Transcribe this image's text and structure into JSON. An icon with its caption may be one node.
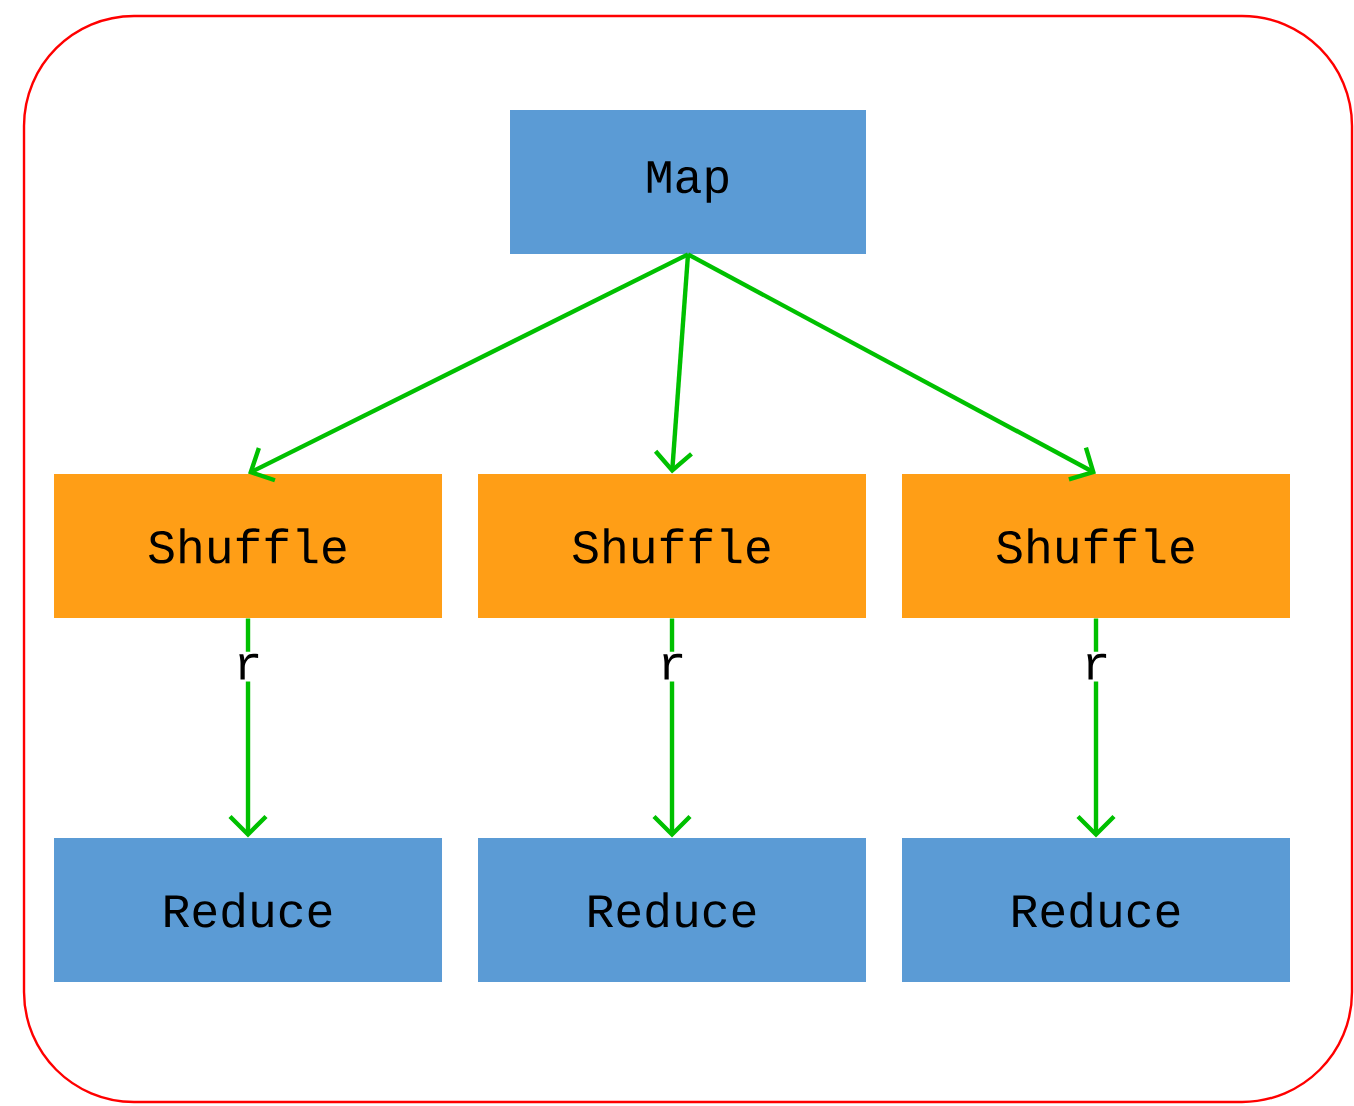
{
  "diagram": {
    "nodes": [
      {
        "text": [
          "Map"
        ]
      },
      {
        "text": [
          "Shuffle"
        ]
      },
      {
        "text": [
          "Shuffle"
        ]
      },
      {
        "text": [
          "Shuffle"
        ]
      },
      {
        "text": [
          "Reduce"
        ]
      },
      {
        "text": [
          "Reduce"
        ]
      },
      {
        "text": [
          "Reduce"
        ]
      }
    ],
    "edges": [
      {
        "from": 0,
        "to": 1,
        "arrow": "to"
      },
      {
        "from": 0,
        "to": 2,
        "arrow": "to"
      },
      {
        "from": 0,
        "to": 3,
        "arrow": "to"
      },
      {
        "from": 1,
        "to": 4,
        "arrow": "to",
        "label": "r"
      },
      {
        "from": 2,
        "to": 5,
        "arrow": "to",
        "label": "r"
      },
      {
        "from": 3,
        "to": 6,
        "arrow": "to",
        "label": "r"
      }
    ]
  }
}
